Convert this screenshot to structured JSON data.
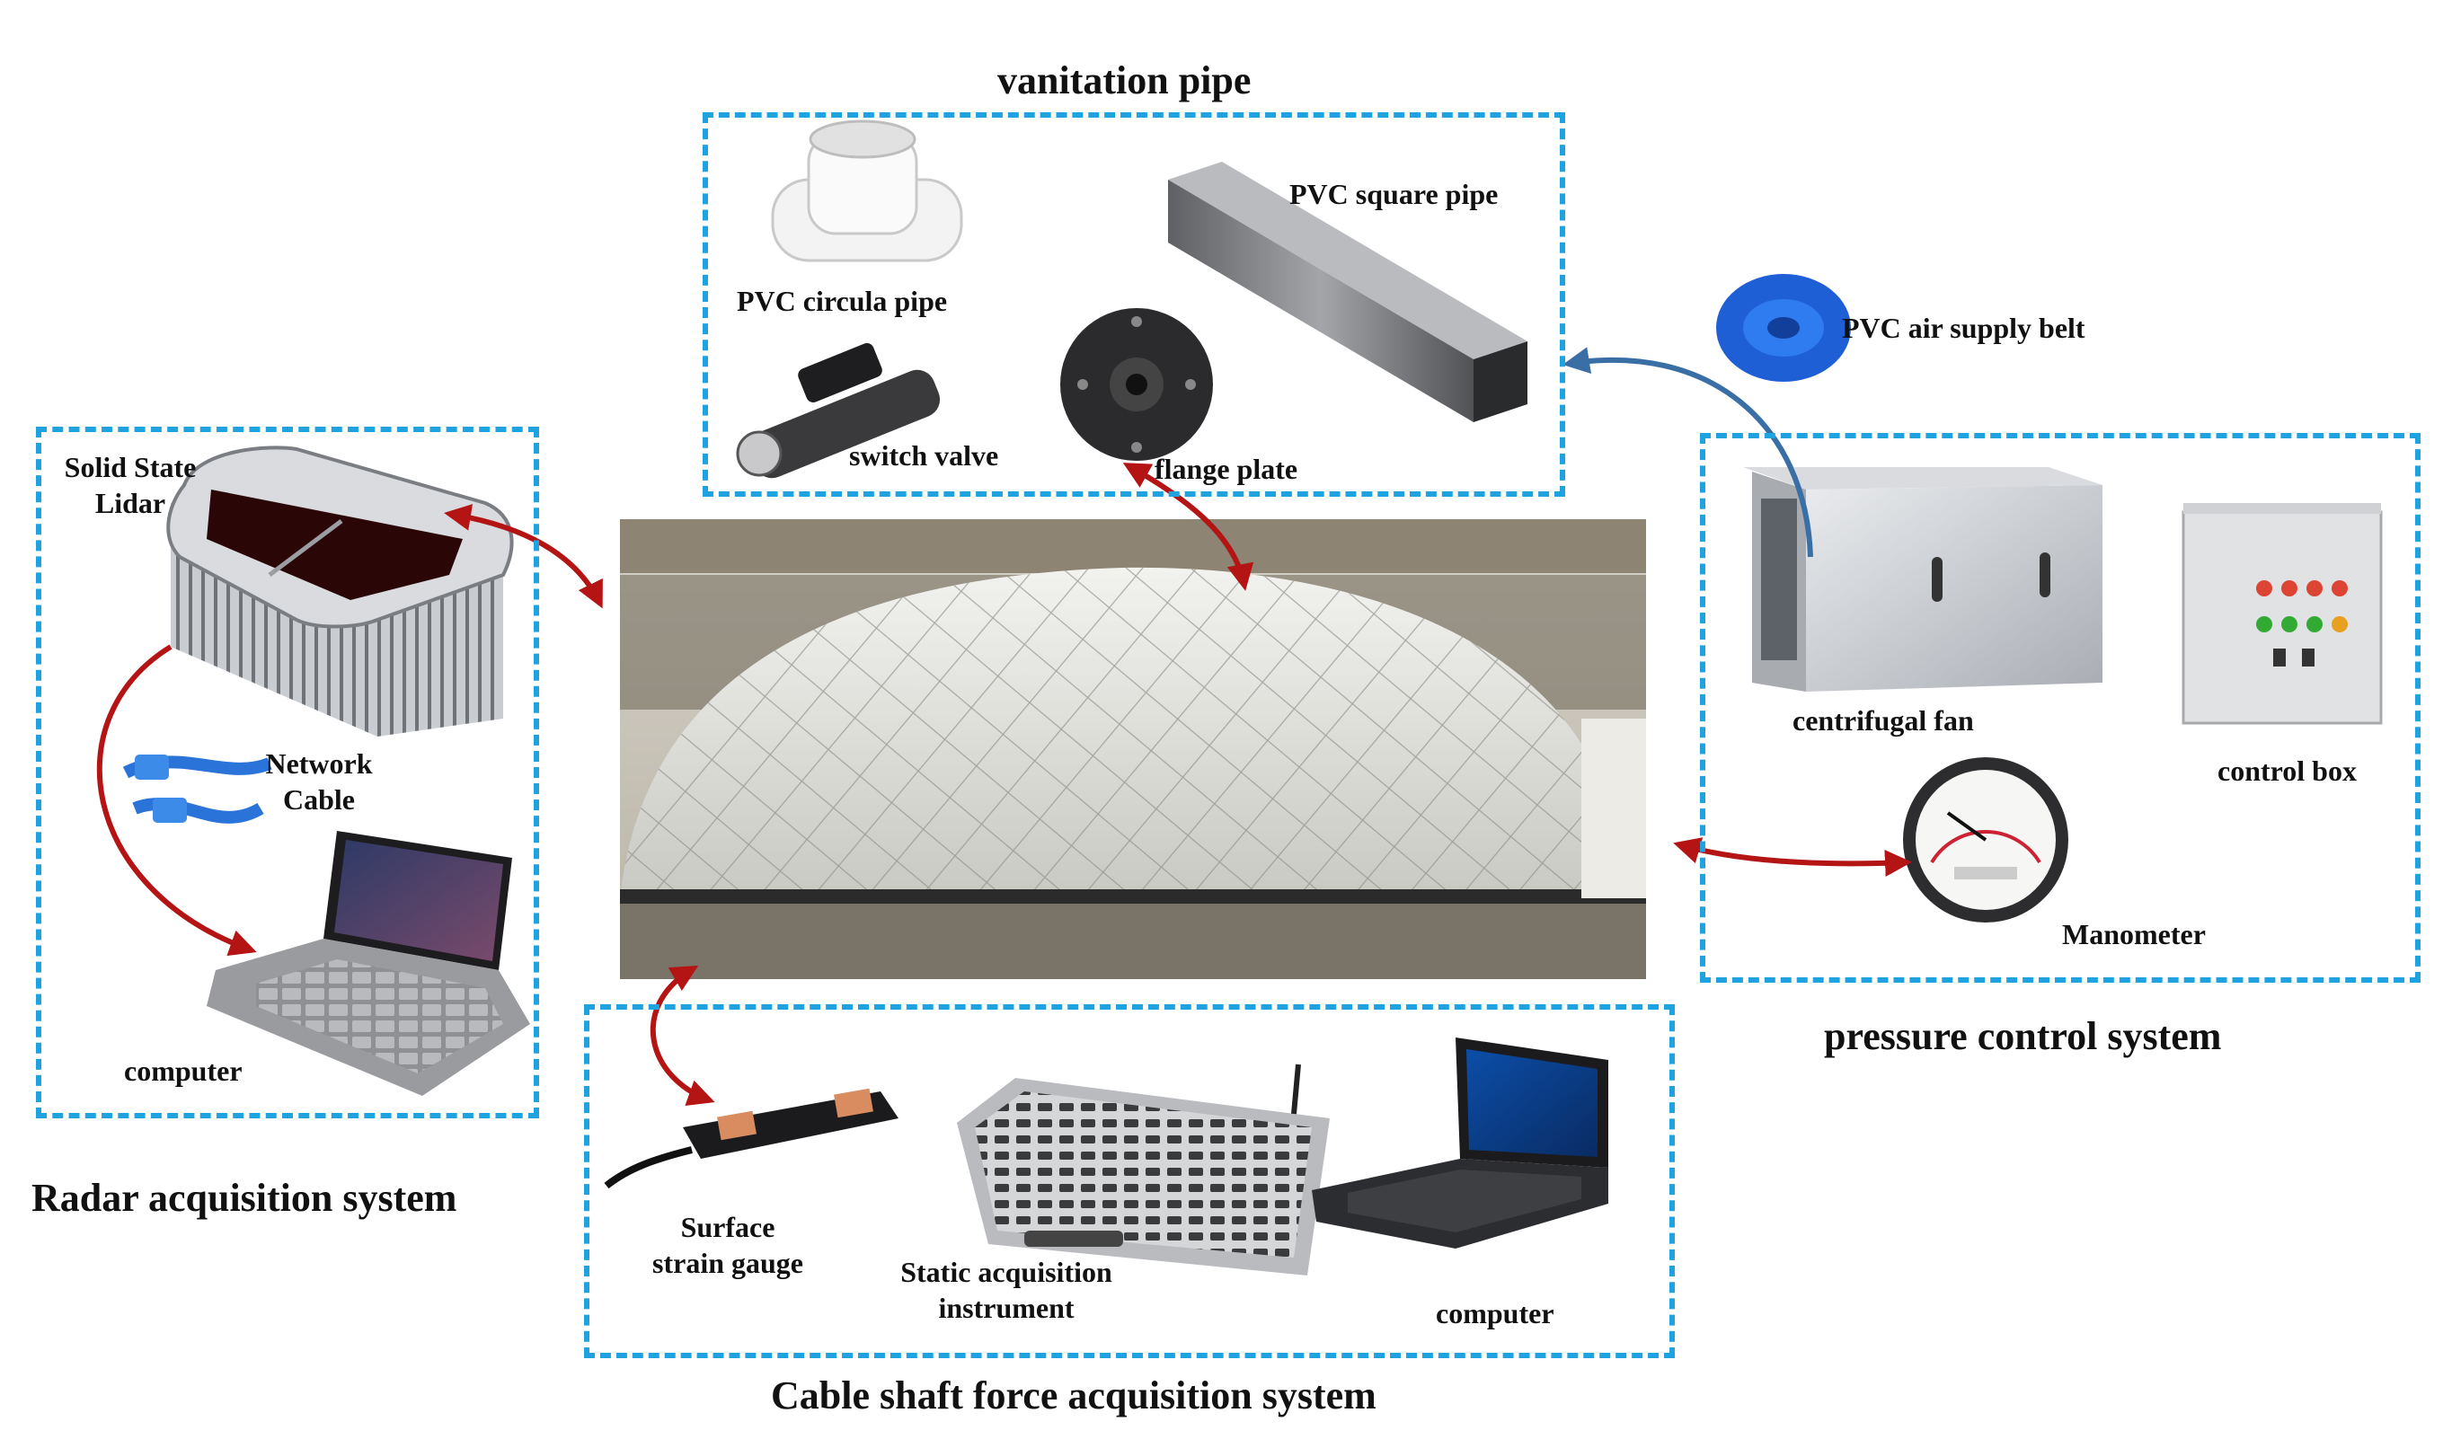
{
  "colors": {
    "box_border": "#1fa3e0",
    "arrow_red": "#b51414",
    "arrow_blue": "#3a6fa5"
  },
  "groups": {
    "ventilation": {
      "title": "vanitation pipe",
      "items": {
        "circular_pipe": "PVC circula pipe",
        "square_pipe": "PVC square pipe",
        "switch_valve": "switch valve",
        "flange_plate": "flange plate"
      }
    },
    "radar": {
      "title": "Radar acquisition system",
      "items": {
        "lidar_line1": "Solid State",
        "lidar_line2": "Lidar",
        "cable_line1": "Network",
        "cable_line2": "Cable",
        "computer": "computer"
      }
    },
    "pressure": {
      "title": "pressure control system",
      "items": {
        "air_belt": "PVC air supply belt",
        "fan": "centrifugal fan",
        "control_box": "control box",
        "manometer": "Manometer"
      }
    },
    "cable_force": {
      "title": "Cable shaft force acquisition system",
      "items": {
        "gauge_line1": "Surface",
        "gauge_line2": "strain gauge",
        "static_line1": "Static acquisition",
        "static_line2": "instrument",
        "computer": "computer"
      }
    }
  }
}
